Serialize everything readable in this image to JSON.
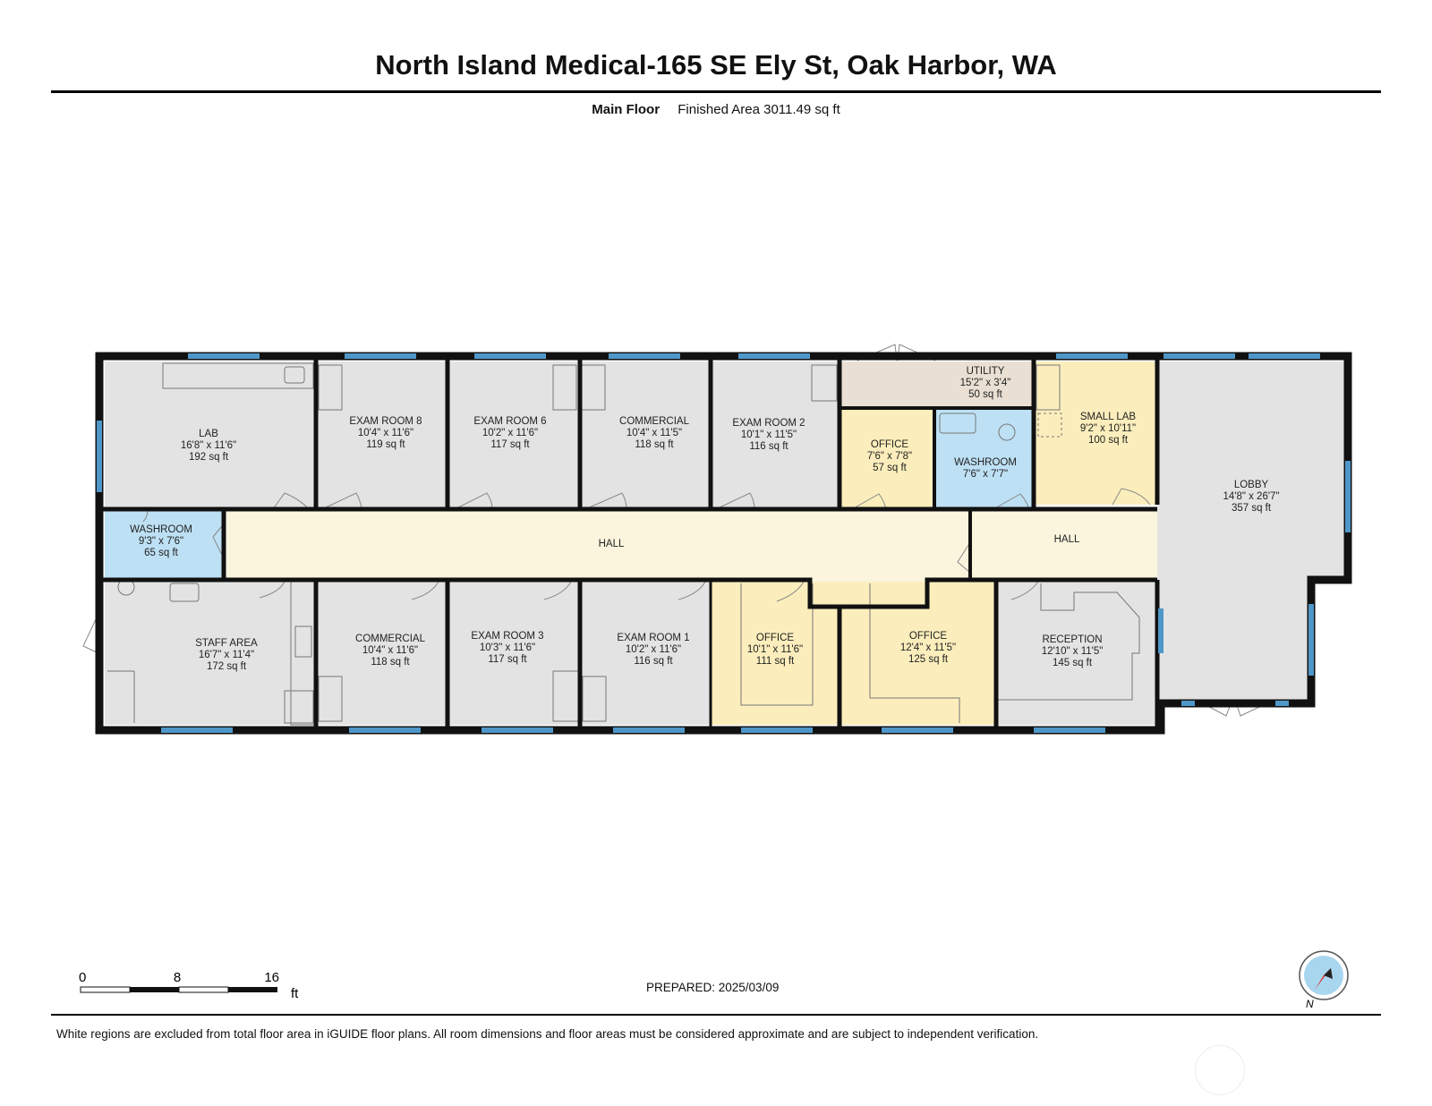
{
  "title": "North Island Medical-165 SE Ely St, Oak Harbor, WA",
  "subtitle": {
    "floor": "Main Floor",
    "area": "Finished Area 3011.49 sq ft"
  },
  "rooms": [
    {
      "id": "lab",
      "name": "LAB",
      "dims": "16'8\" x 11'6\"",
      "area": "192 sq ft"
    },
    {
      "id": "exam8",
      "name": "EXAM ROOM 8",
      "dims": "10'4\" x 11'6\"",
      "area": "119 sq ft"
    },
    {
      "id": "exam6",
      "name": "EXAM ROOM 6",
      "dims": "10'2\" x 11'6\"",
      "area": "117 sq ft"
    },
    {
      "id": "comm-top",
      "name": "COMMERCIAL",
      "dims": "10'4\" x 11'5\"",
      "area": "118 sq ft"
    },
    {
      "id": "exam2",
      "name": "EXAM ROOM 2",
      "dims": "10'1\" x 11'5\"",
      "area": "116 sq ft"
    },
    {
      "id": "utility",
      "name": "UTILITY",
      "dims": "15'2\" x 3'4\"",
      "area": "50 sq ft"
    },
    {
      "id": "office-sm",
      "name": "OFFICE",
      "dims": "7'6\" x 7'8\"",
      "area": "57 sq ft"
    },
    {
      "id": "washroom-top",
      "name": "WASHROOM",
      "dims": "7'6\" x 7'7\"",
      "area": ""
    },
    {
      "id": "small-lab",
      "name": "SMALL LAB",
      "dims": "9'2\" x 10'11\"",
      "area": "100 sq ft"
    },
    {
      "id": "lobby",
      "name": "LOBBY",
      "dims": "14'8\" x 26'7\"",
      "area": "357 sq ft"
    },
    {
      "id": "washroom-left",
      "name": "WASHROOM",
      "dims": "9'3\" x 7'6\"",
      "area": "65 sq ft"
    },
    {
      "id": "hall-main",
      "name": "HALL",
      "dims": "",
      "area": ""
    },
    {
      "id": "hall-east",
      "name": "HALL",
      "dims": "",
      "area": ""
    },
    {
      "id": "staff",
      "name": "STAFF AREA",
      "dims": "16'7\" x 11'4\"",
      "area": "172 sq ft"
    },
    {
      "id": "comm-bot",
      "name": "COMMERCIAL",
      "dims": "10'4\" x 11'6\"",
      "area": "118 sq ft"
    },
    {
      "id": "exam3",
      "name": "EXAM ROOM 3",
      "dims": "10'3\" x 11'6\"",
      "area": "117 sq ft"
    },
    {
      "id": "exam1",
      "name": "EXAM ROOM 1",
      "dims": "10'2\" x 11'6\"",
      "area": "116 sq ft"
    },
    {
      "id": "office-a",
      "name": "OFFICE",
      "dims": "10'1\" x 11'6\"",
      "area": "111 sq ft"
    },
    {
      "id": "office-b",
      "name": "OFFICE",
      "dims": "12'4\" x 11'5\"",
      "area": "125 sq ft"
    },
    {
      "id": "reception",
      "name": "RECEPTION",
      "dims": "12'10\" x 11'5\"",
      "area": "145 sq ft"
    }
  ],
  "scale": {
    "ticks": [
      "0",
      "8",
      "16"
    ],
    "unit": "ft"
  },
  "prepared": "PREPARED: 2025/03/09",
  "compass_letter": "N",
  "footnote": "White regions are excluded from total floor area in iGUIDE floor plans. All room dimensions and floor areas must be considered approximate and are subject to independent verification.",
  "colors": {
    "wall": "#111111",
    "window": "#4f97c9",
    "room_gray": "#e3e3e3",
    "hall_cream": "#fbf5de",
    "office_yellow": "#fbeebc",
    "washroom_blue": "#bde0f4",
    "utility_tan": "#e9e0d3",
    "fixture": "#777777"
  }
}
